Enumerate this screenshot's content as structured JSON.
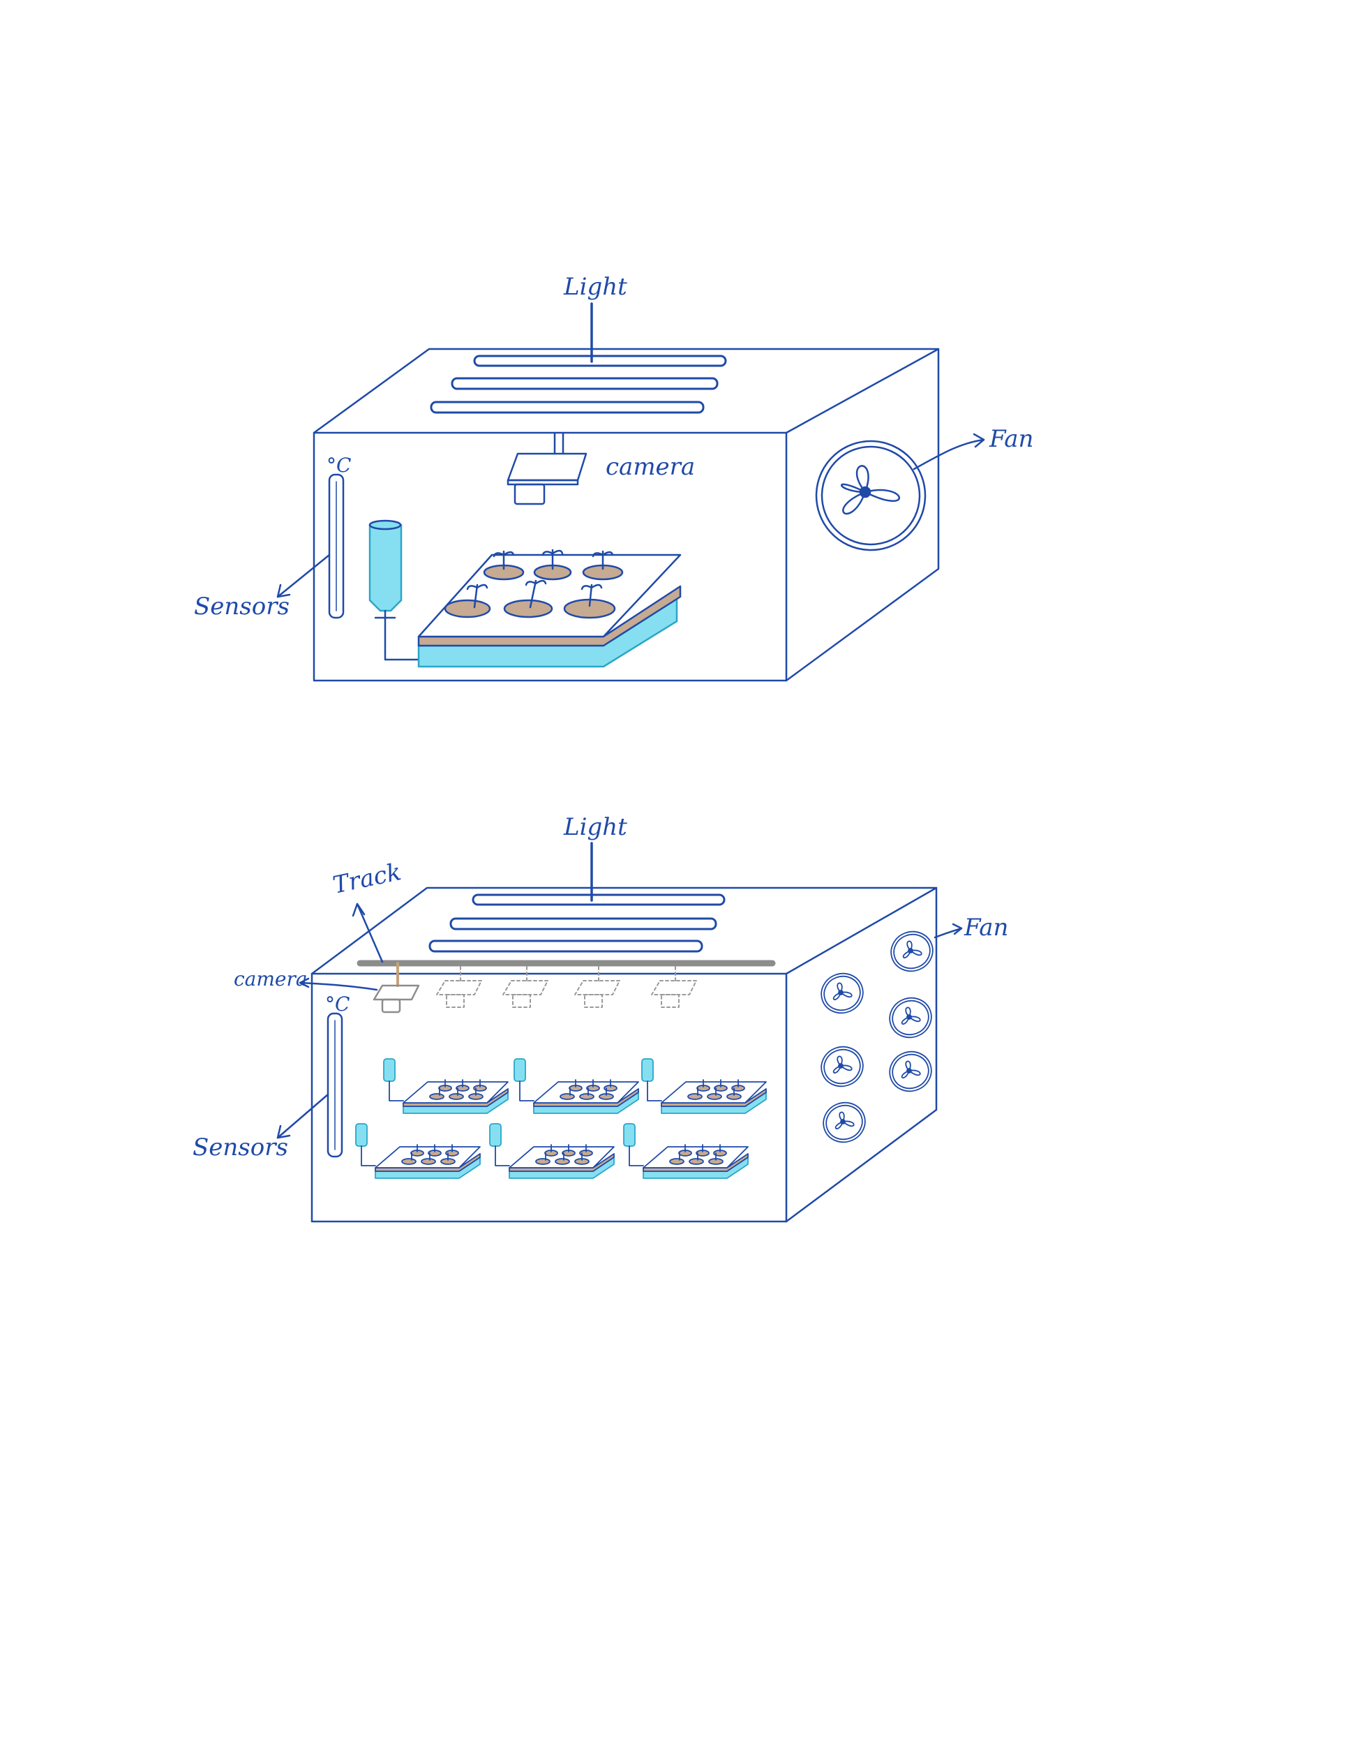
{
  "colors": {
    "ink": "#1f4aa8",
    "water": "#86dff0",
    "water_edge": "#2aa6c9",
    "soil": "#c6aa91",
    "track": "#8c8c8c",
    "rod": "#c4a37c",
    "ghost": "#9a9a9a"
  },
  "diagram1": {
    "labels": {
      "light": "Light",
      "camera": "camera",
      "fan": "Fan",
      "sensors": "Sensors",
      "thermometer_unit": "°C"
    },
    "components": [
      "light-bars",
      "camera",
      "fan",
      "thermometer",
      "water-bottle",
      "plant-tray"
    ],
    "seedling_count": 6
  },
  "diagram2": {
    "labels": {
      "light": "Light",
      "track": "Track",
      "camera": "camera",
      "fan": "Fan",
      "sensors": "Sensors",
      "thermometer_unit": "°C"
    },
    "components": [
      "light-bars",
      "track",
      "camera",
      "camera-positions",
      "fans",
      "thermometer",
      "plant-trays"
    ],
    "tray_count": 6,
    "fan_count": 6,
    "camera_ghost_count": 4
  }
}
